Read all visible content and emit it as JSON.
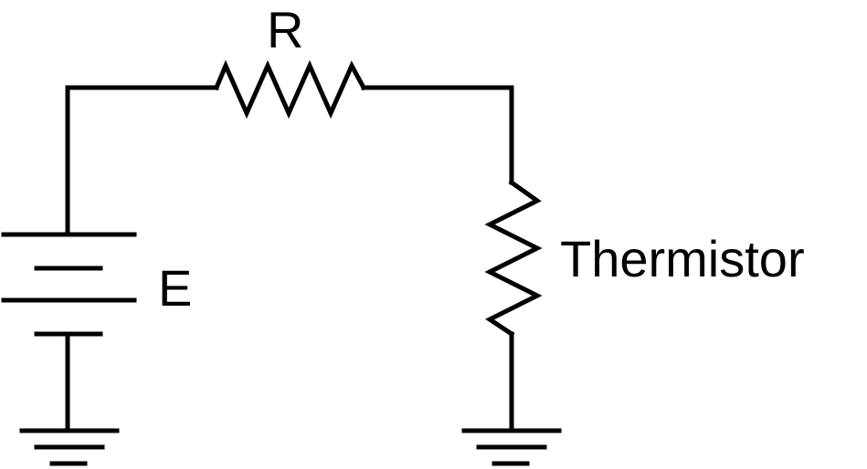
{
  "circuit": {
    "resistor_label": "R",
    "battery_label": "E",
    "thermistor_label": "Thermistor"
  },
  "colors": {
    "line": "#000000",
    "background": "#ffffff"
  }
}
